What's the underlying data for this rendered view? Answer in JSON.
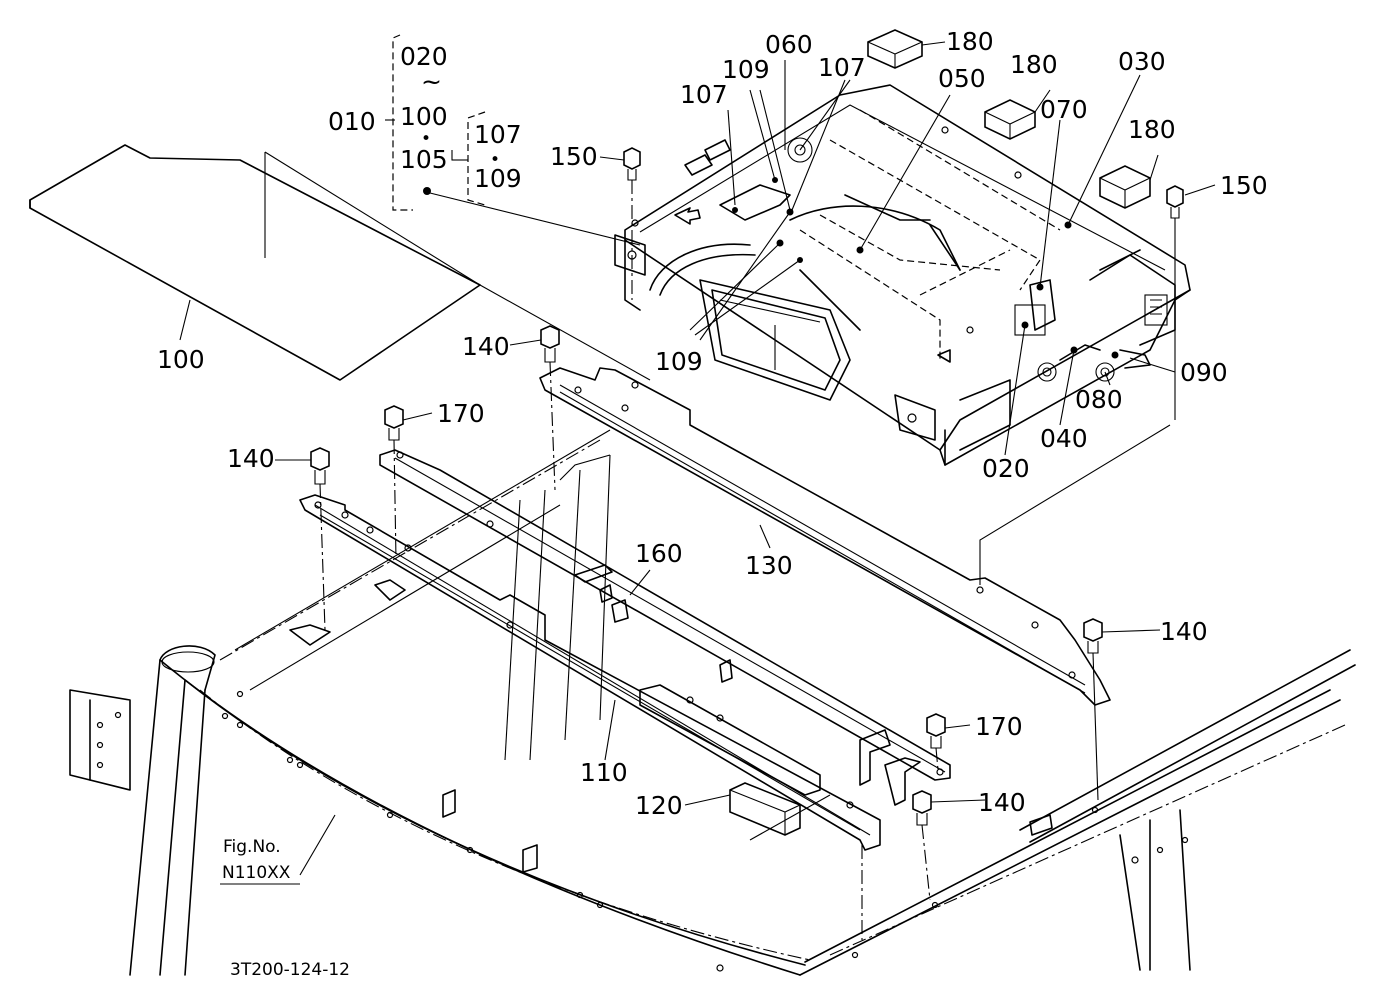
{
  "figure_no_label": "Fig.No.",
  "figure_no": "N110XX",
  "drawing_code": "3T200-124-12",
  "group_bracket": {
    "group_label": "010",
    "range_start": "020",
    "range_symbol": "~",
    "range_end": "100",
    "bullet_1": "•",
    "sub_label": "105",
    "sub_item_1": "107",
    "bullet_2": "•",
    "sub_item_2": "109"
  },
  "callouts": [
    {
      "id": "p180a",
      "text": "180"
    },
    {
      "id": "p180b",
      "text": "180"
    },
    {
      "id": "p180c",
      "text": "180"
    },
    {
      "id": "p060",
      "text": "060"
    },
    {
      "id": "p107a",
      "text": "107"
    },
    {
      "id": "p107b",
      "text": "107"
    },
    {
      "id": "p109a",
      "text": "109"
    },
    {
      "id": "p109b",
      "text": "109"
    },
    {
      "id": "p050",
      "text": "050"
    },
    {
      "id": "p070",
      "text": "070"
    },
    {
      "id": "p030",
      "text": "030"
    },
    {
      "id": "p150a",
      "text": "150"
    },
    {
      "id": "p150b",
      "text": "150"
    },
    {
      "id": "p100",
      "text": "100"
    },
    {
      "id": "p140a",
      "text": "140"
    },
    {
      "id": "p140b",
      "text": "140"
    },
    {
      "id": "p140c",
      "text": "140"
    },
    {
      "id": "p140d",
      "text": "140"
    },
    {
      "id": "p170a",
      "text": "170"
    },
    {
      "id": "p170b",
      "text": "170"
    },
    {
      "id": "p090",
      "text": "090"
    },
    {
      "id": "p080",
      "text": "080"
    },
    {
      "id": "p040",
      "text": "040"
    },
    {
      "id": "p020",
      "text": "020"
    },
    {
      "id": "p130",
      "text": "130"
    },
    {
      "id": "p160",
      "text": "160"
    },
    {
      "id": "p110",
      "text": "110"
    },
    {
      "id": "p120",
      "text": "120"
    }
  ]
}
